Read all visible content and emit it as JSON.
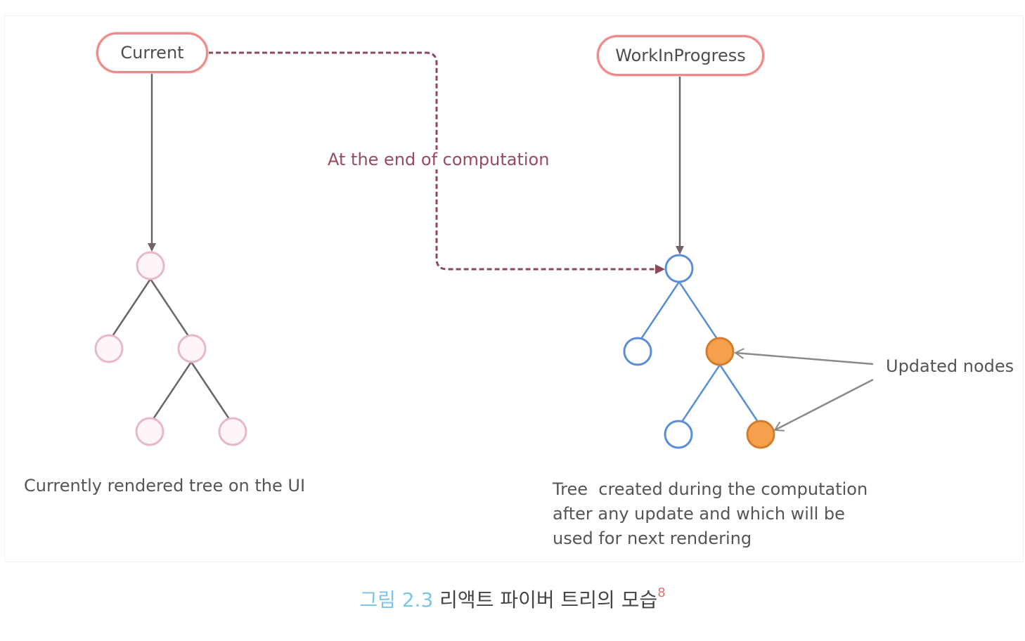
{
  "nodes": {
    "current_label": "Current",
    "wip_label": "WorkInProgress"
  },
  "edge_label": "At the end of computation",
  "updated_label": "Updated nodes",
  "current_tree_caption": "Currently rendered tree on the UI",
  "wip_tree_caption": [
    "Tree  created during the computation",
    "after any update and which will be",
    "used for next rendering"
  ],
  "figure": {
    "label": "그림 2.3",
    "title": "리액트 파이버 트리의 모습",
    "footnote": "8"
  },
  "colors": {
    "pill_border": "#ef8a8a",
    "dashed_edge": "#8b4a57",
    "current_node": "#e8b8c8",
    "wip_node": "#5b8ed8",
    "updated_node": "#f5a04a"
  }
}
